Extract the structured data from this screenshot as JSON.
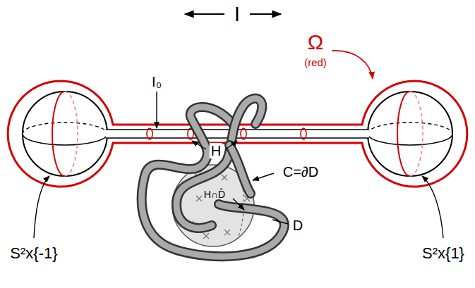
{
  "diagram": {
    "labels": [
      "I",
      "I₀",
      "Ω",
      "(red)",
      "H",
      "H∩D̊",
      "C=∂D",
      "D",
      "S²x{-1}",
      "S²x{1}"
    ]
  }
}
